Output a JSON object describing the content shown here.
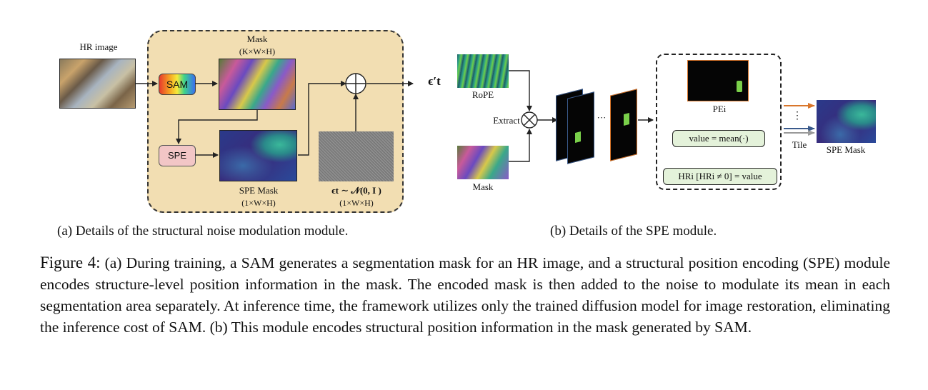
{
  "panel_a": {
    "hr_image_label": "HR image",
    "sam_label": "SAM",
    "mask_label": "Mask",
    "mask_dims": "(K×W×H)",
    "spe_label": "SPE",
    "spe_mask_label": "SPE Mask",
    "spe_mask_dims": "(1×W×H)",
    "noise_label": "ϵt ∼ 𝒩(0, I )",
    "noise_dims": "(1×W×H)",
    "output_label": "ϵ′t",
    "caption": "(a) Details of the structural noise modulation module."
  },
  "panel_b": {
    "rope_label": "RoPE",
    "extract_label": "Extract",
    "mask_label": "Mask",
    "pe_label": "PEi",
    "value_eq": "value = mean(·)",
    "hr_eq": "HRi [HRi ≠ 0] = value",
    "tile_label": "Tile",
    "spe_mask_label": "SPE Mask",
    "ellipsis": "⋮",
    "dots": "···",
    "caption": "(b) Details of the SPE module."
  },
  "figure": {
    "label": "Figure 4:",
    "text": "(a) During training, a SAM generates a segmentation mask for an HR image, and a structural position encoding (SPE) module encodes structure-level position information in the mask. The encoded mask is then added to the noise to modulate its mean in each segmentation area separately. At inference time, the framework utilizes only the trained diffusion model for image restoration, eliminating the inference cost of SAM. (b) This module encodes structural position information in the mask generated by SAM."
  },
  "colors": {
    "panel_a_bg": "#f2deb2",
    "spe_box": "#f2c6c6",
    "pill_bg": "#e4f2da",
    "arrow_orange": "#d9762b",
    "arrow_blue": "#3a5a8c",
    "arrow_gray": "#9a9a9a"
  }
}
